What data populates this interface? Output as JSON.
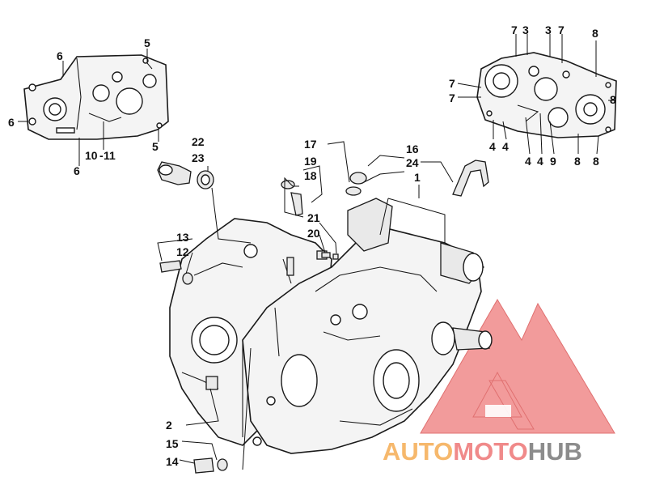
{
  "diagram": {
    "callouts": [
      "1",
      "2",
      "3",
      "4",
      "5",
      "6",
      "7",
      "8",
      "9",
      "10",
      "11",
      "12",
      "13",
      "14",
      "15",
      "16",
      "17",
      "18",
      "19",
      "20",
      "21",
      "22",
      "23",
      "24"
    ]
  },
  "watermark": {
    "brand_part1": "AUTO",
    "brand_part2": "MOTO",
    "brand_part3": "HUB",
    "color_orange": "#f6b86c",
    "color_red": "#f08a8a",
    "color_gray": "#8c8c8c"
  }
}
